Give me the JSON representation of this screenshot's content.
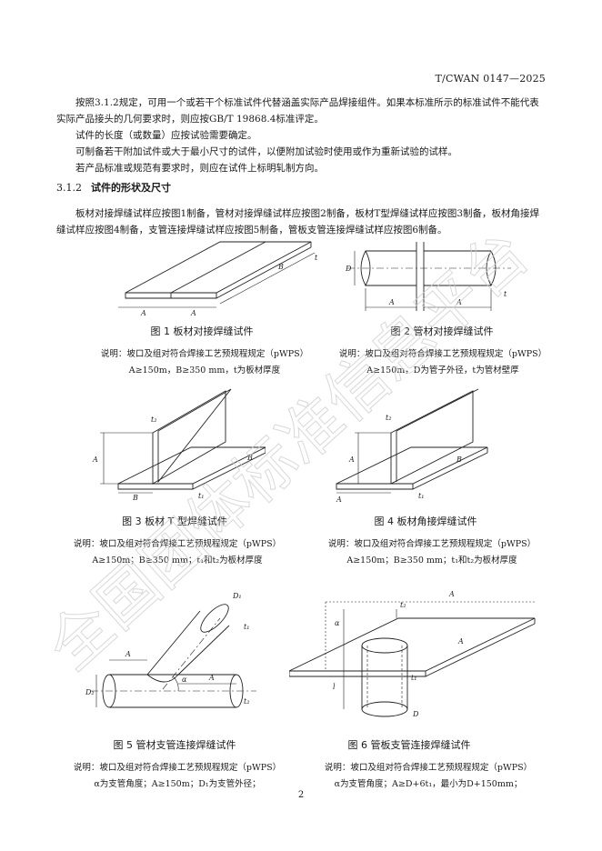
{
  "header": {
    "doc_code": "T/CWAN 0147—2025"
  },
  "paragraphs": [
    "按照3.1.2规定，可用一个或若干个标准试件代替涵盖实际产品焊接组件。如果本标准所示的标准试件不能代表实际产品接头的几何要求时，则应按GB/T 19868.4标准评定。",
    "试件的长度（或数量）应按试验需要确定。",
    "可制备若干附加试件或大于最小尺寸的试件，以便附加试验时使用或作为重新试验的试样。",
    "若产品标准或规范有要求时，则应在试件上标明轧制方向。"
  ],
  "section": {
    "number": "3.1.2",
    "title": "试件的形状及尺寸"
  },
  "section_paragraph": "板材对接焊缝试样应按图1制备，管材对接焊缝试样应按图2制备，板材T型焊缝试样应按图3制备，板材角接焊缝试样应按图4制备，支管连接焊缝试样应按图5制备，管板支管连接焊缝试样应按图6制备。",
  "figures": [
    {
      "caption": "图 1  板材对接焊缝试件",
      "note1": "说明：坡口及组对符合焊接工艺预规程规定（pWPS）",
      "note2": "A≥150m，B≥350 mm，t为板材厚度",
      "labels": [
        "A",
        "A",
        "B",
        "t"
      ]
    },
    {
      "caption": "图 2  管材对接焊缝试件",
      "note1": "说明：坡口及组对符合焊接工艺预规程规定（pWPS）",
      "note2": "A≥150m，D为管子外径，t为管材壁厚",
      "labels": [
        "D",
        "A",
        "A",
        "t"
      ]
    },
    {
      "caption": "图 3  板材 T 型焊缝试件",
      "note1": "说明：坡口及组对符合焊接工艺预规程规定（pWPS）",
      "note2": "A≥150m；B≥350 mm；t₁和t₂为板材厚度",
      "labels": [
        "t₂",
        "A",
        "B",
        "t₁",
        "B"
      ]
    },
    {
      "caption": "图 4  板材角接焊缝试件",
      "note1": "说明：坡口及组对符合焊接工艺预规程规定（pWPS）",
      "note2": "A≥150m；B≥350 mm；t₁和t₂为板材厚度",
      "labels": [
        "t₂",
        "A",
        "B",
        "t₁",
        "A"
      ]
    },
    {
      "caption": "图 5  管材支管连接焊缝试件",
      "note1": "说明：坡口及组对符合焊接工艺预规程规定（pWPS）",
      "note2": "α为支管角度；A≥150m；D₁为支管外径；",
      "labels": [
        "D₁",
        "t₁",
        "A",
        "α",
        "A",
        "D₂",
        "t₂"
      ]
    },
    {
      "caption": "图 6  管板支管连接焊缝试件",
      "note1": "说明：坡口及组对符合焊接工艺预规程规定（pWPS）",
      "note2": "α为支管角度；A≥D+6t₁，最小为D+150mm；",
      "labels": [
        "A",
        "t₂",
        "α",
        "A",
        "l",
        "t₁",
        "D"
      ]
    }
  ],
  "watermark": "全国团体标准信息平台",
  "page_number": "2"
}
